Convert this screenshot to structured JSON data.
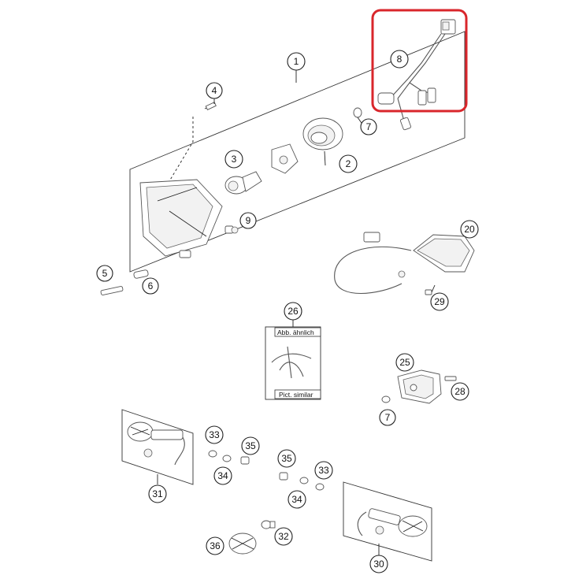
{
  "diagram": {
    "callouts": [
      "1",
      "2",
      "3",
      "4",
      "5",
      "6",
      "7",
      "8",
      "9",
      "20",
      "25",
      "26",
      "28",
      "29",
      "7",
      "30",
      "31",
      "32",
      "33",
      "33",
      "34",
      "34",
      "35",
      "35",
      "36"
    ],
    "label_box": {
      "top_text": "Abb. ähnlich",
      "bottom_text": "Pict. similar",
      "callout": "26"
    },
    "highlight": {
      "color": "#d9262b",
      "target_callout": "8"
    }
  }
}
